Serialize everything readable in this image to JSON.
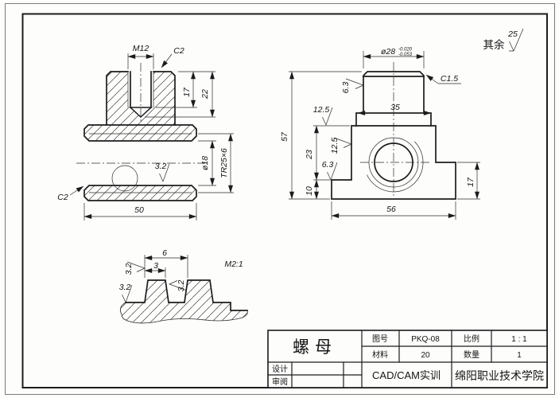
{
  "sheet": {
    "remainder_label": "其余",
    "remainder_value": "25"
  },
  "section_view": {
    "thread": "M12",
    "chamfer_top": "C2",
    "chamfer_bottom": "C2",
    "thread_depth": "17",
    "hole_depth": "22",
    "bore_dia": "ø18",
    "thread_spec": "TR25×6",
    "bore_roughness": "3.2",
    "width": "50"
  },
  "front_view": {
    "boss_dia": "ø28",
    "tol_upper": "-0.020",
    "tol_lower": "-0.053",
    "chamfer": "C1.5",
    "collar_width": "35",
    "total_height": "57",
    "body_height": "23",
    "base_height": "10",
    "step_height": "17",
    "base_width": "56",
    "roughness_boss": "6.3",
    "roughness_collar": "12.5",
    "roughness_bore": "12.5",
    "roughness_base": "6.3"
  },
  "detail_view": {
    "scale": "M2:1",
    "pitch": "6",
    "tooth_width": "3",
    "roughness_a": "3.2",
    "roughness_b": "3.2",
    "roughness_c": "3.2"
  },
  "title_block": {
    "part_name": "螺母",
    "drawing_no_label": "图号",
    "drawing_no": "PKQ-08",
    "scale_label": "比例",
    "scale": "1 : 1",
    "material_label": "材料",
    "material": "20",
    "quantity_label": "数量",
    "quantity": "1",
    "design_label": "设计",
    "review_label": "审阅",
    "course": "CAD/CAM实训",
    "school": "绵阳职业技术学院"
  }
}
